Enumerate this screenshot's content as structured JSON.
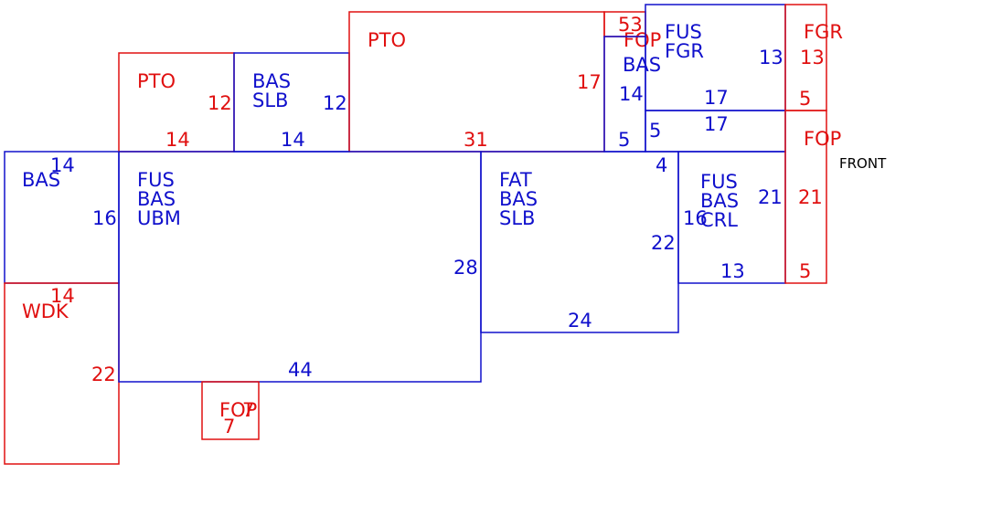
{
  "colors": {
    "blue": "#1010cc",
    "red": "#e01010",
    "black": "#000000"
  },
  "areas": [
    {
      "id": "bas-left",
      "color": "blue",
      "labels": [
        "BAS"
      ],
      "dims": [
        "14",
        "16"
      ]
    },
    {
      "id": "wdk",
      "color": "red",
      "labels": [
        "WDK"
      ],
      "dims": [
        "14",
        "22"
      ]
    },
    {
      "id": "pto-left",
      "color": "red",
      "labels": [
        "PTO"
      ],
      "dims": [
        "12",
        "14"
      ]
    },
    {
      "id": "bas-slb-top",
      "color": "blue",
      "labels": [
        "BAS",
        "SLB"
      ],
      "dims": [
        "12",
        "14"
      ]
    },
    {
      "id": "pto-top",
      "color": "red",
      "labels": [
        "PTO"
      ],
      "dims": [
        "17",
        "31"
      ]
    },
    {
      "id": "fop-top",
      "color": "red",
      "labels": [
        "FOP"
      ],
      "dims": [
        "53"
      ]
    },
    {
      "id": "bas-narrow",
      "color": "blue",
      "labels": [
        "BAS"
      ],
      "dims": [
        "14",
        "5"
      ]
    },
    {
      "id": "fus-fgr",
      "color": "blue",
      "labels": [
        "FUS",
        "FGR"
      ],
      "dims": [
        "13",
        "17"
      ]
    },
    {
      "id": "fgr",
      "color": "red",
      "labels": [
        "FGR"
      ],
      "dims": [
        "13",
        "5"
      ]
    },
    {
      "id": "fus-bas-ubm",
      "color": "blue",
      "labels": [
        "FUS",
        "BAS",
        "UBM"
      ],
      "dims": [
        "28",
        "44"
      ]
    },
    {
      "id": "fat-bas-slb",
      "color": "blue",
      "labels": [
        "FAT",
        "BAS",
        "SLB"
      ],
      "dims": [
        "4",
        "22",
        "24"
      ]
    },
    {
      "id": "fus-bas-crl",
      "color": "blue",
      "labels": [
        "FUS",
        "BAS",
        "CRL"
      ],
      "dims": [
        "17",
        "5",
        "16",
        "21",
        "13"
      ]
    },
    {
      "id": "fop-right",
      "color": "red",
      "labels": [
        "FOP"
      ],
      "dims": [
        "21",
        "5"
      ]
    },
    {
      "id": "fop-bottom",
      "color": "red",
      "labels": [
        "FOP"
      ],
      "dims": [
        "7",
        "7"
      ]
    }
  ],
  "front_label": "FRONT"
}
